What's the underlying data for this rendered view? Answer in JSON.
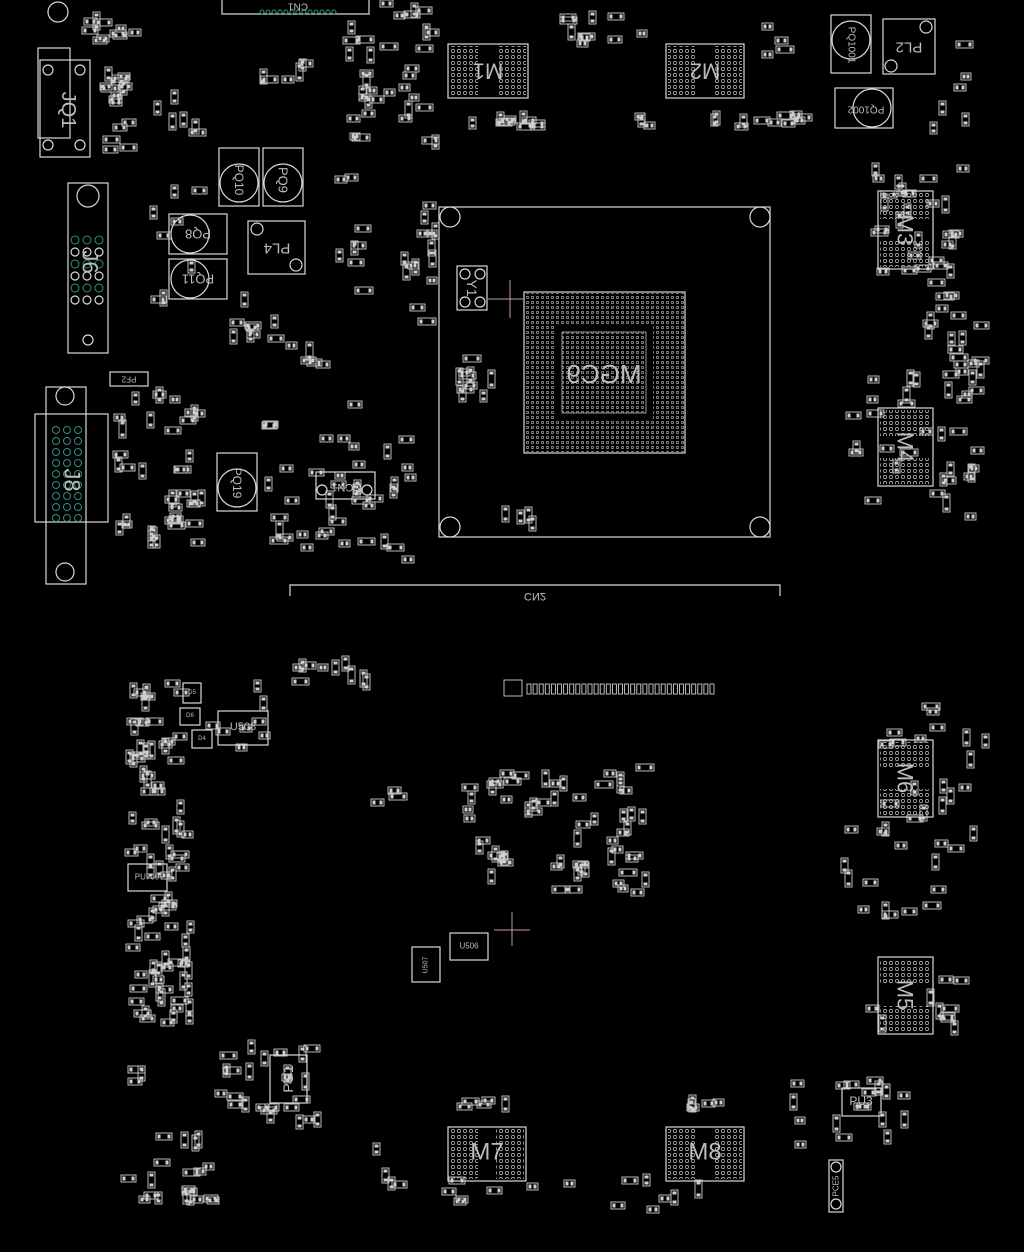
{
  "board": {
    "connectors": {
      "cn1": "CN1",
      "cn2": "CN2",
      "jq1": "JQ1",
      "j6": "J6",
      "j8": "J8",
      "scn1": "SCN1",
      "pf2": "PF2",
      "pce5": "PCE5"
    },
    "power": {
      "pq10": "PQ10",
      "pq9": "PQ9",
      "pq8": "PQ8",
      "pl4": "PL4",
      "pq11": "PQ11",
      "pq19": "PQ19",
      "pq1001": "PQ1001",
      "pl2": "PL2",
      "pq1002": "PQ1002",
      "pu700": "PU700",
      "pu1": "PU1",
      "pu3": "PU3"
    },
    "memory": {
      "m1": "M1",
      "m2": "M2",
      "m3": "M3",
      "m4": "M4",
      "m5": "M5",
      "m6": "M6",
      "m7": "M7",
      "m8": "M8"
    },
    "chips": {
      "gpu": "MGC9",
      "y1": "Y1",
      "u508": "U508",
      "u506": "U506",
      "u507": "U507",
      "d5": "D5",
      "d6": "D6",
      "d4": "D4"
    },
    "colors": {
      "outline": "#d9d9d9",
      "pins": "#2f8f7f",
      "background": "#000000",
      "marker": "#c89aa0"
    }
  }
}
